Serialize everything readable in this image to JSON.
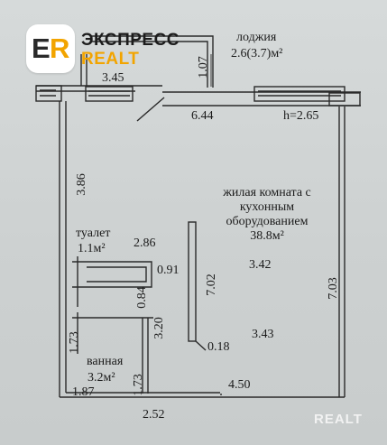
{
  "brand": {
    "logo_mark": "ER",
    "name_line1": "ЭКСПРЕСС",
    "name_line2": "REALT",
    "watermark": "REALT"
  },
  "rooms": {
    "loggia": {
      "name": "лоджия",
      "area": "2.6(3.7)м²"
    },
    "living": {
      "line1": "жилая комната с",
      "line2": "кухонным",
      "line3": "оборудованием",
      "area": "38.8м²"
    },
    "toilet": {
      "name": "туалет",
      "area": "1.1м²"
    },
    "bathroom": {
      "name": "ванная",
      "area": "3.2м²"
    }
  },
  "ceiling_height": "h=2.65",
  "dimensions": {
    "d_1_07_balcony": "1.07",
    "d_3_45": "3.45",
    "d_6_44": "6.44",
    "d_3_86": "3.86",
    "d_2_86": "2.86",
    "d_0_91": "0.91",
    "d_3_42": "3.42",
    "d_7_02": "7.02",
    "d_7_03": "7.03",
    "d_0_84": "0.84",
    "d_3_20": "3.20",
    "d_1_73_left": "1.73",
    "d_0_18": "0.18",
    "d_3_43": "3.43",
    "d_1_73_bath": "1.73",
    "d_1_87": "1.87",
    "d_4_50": "4.50",
    "d_2_52": "2.52"
  }
}
